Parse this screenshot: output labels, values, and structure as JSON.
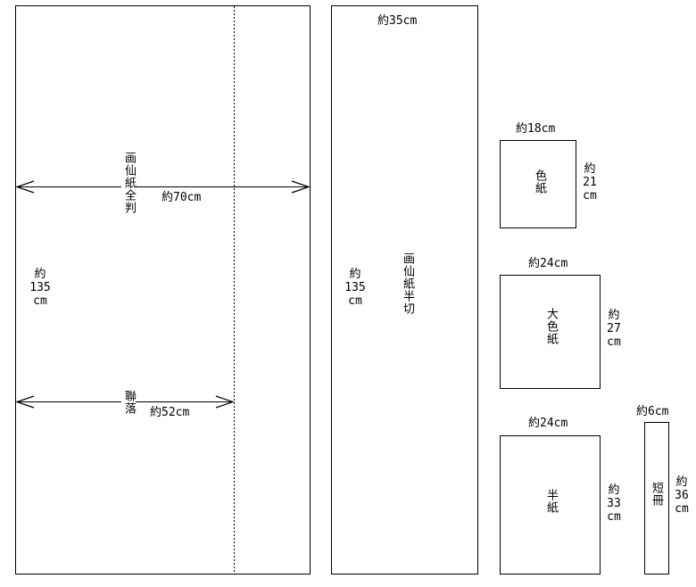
{
  "full": {
    "name": "画仙紙全判",
    "width": "約70cm",
    "height": [
      "約",
      "135",
      "cm"
    ],
    "joint_name": "聯落",
    "joint_width": "約52cm"
  },
  "half": {
    "name": "画仙紙半切",
    "width": "約35cm",
    "height": [
      "約",
      "135",
      "cm"
    ]
  },
  "shikishi": {
    "name": "色紙",
    "width": "約18cm",
    "height": [
      "約",
      "21",
      "cm"
    ]
  },
  "dai_shikishi": {
    "name": "大色紙",
    "width": "約24cm",
    "height": [
      "約",
      "27",
      "cm"
    ]
  },
  "hanshi": {
    "name": "半紙",
    "width": "約24cm",
    "height": [
      "約",
      "33",
      "cm"
    ]
  },
  "tanzaku": {
    "name": "短冊",
    "width": "約6cm",
    "height": [
      "約",
      "36",
      "cm"
    ]
  }
}
